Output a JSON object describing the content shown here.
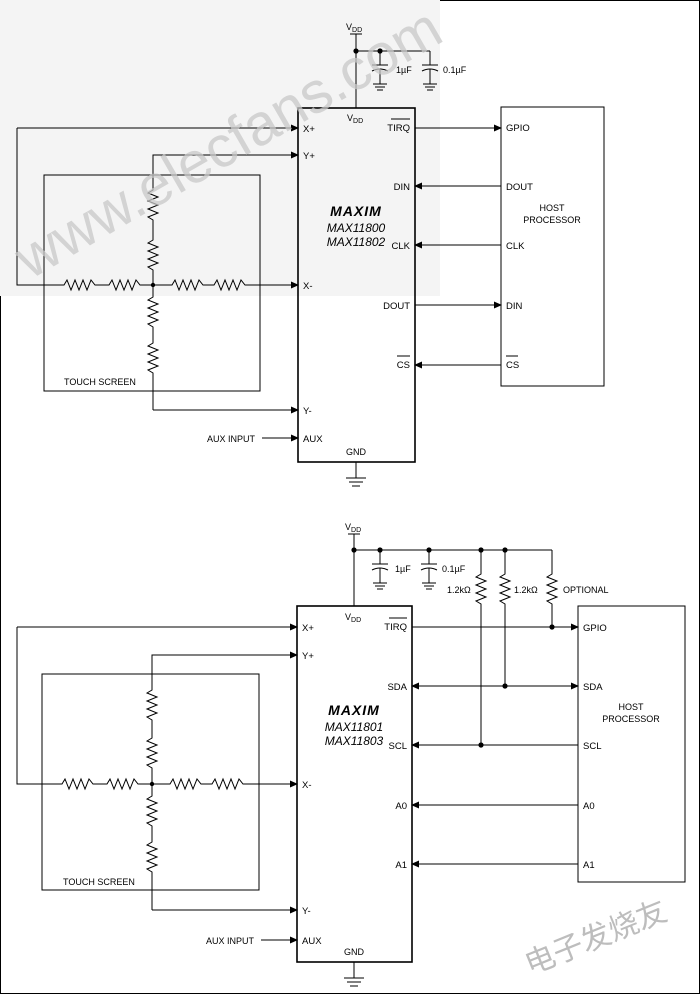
{
  "watermark": {
    "site": "www.elecfans.com",
    "cn": "电子发烧友"
  },
  "top_circuit": {
    "vdd": [
      "V",
      "DD"
    ],
    "chip_vdd": [
      "V",
      "DD"
    ],
    "cap1": "1µF",
    "cap2": "0.1µF",
    "logo": "MAXIM",
    "chip_names": [
      "MAX11800",
      "MAX11802"
    ],
    "left_pins": [
      "X+",
      "Y+",
      "X-",
      "Y-",
      "AUX"
    ],
    "right_pins": [
      "TIRQ",
      "DIN",
      "CLK",
      "DOUT",
      "CS"
    ],
    "gnd": "GND",
    "touch_label": "TOUCH SCREEN",
    "aux_input": "AUX INPUT",
    "host_title": [
      "HOST",
      "PROCESSOR"
    ],
    "host_pins": [
      "GPIO",
      "DOUT",
      "CLK",
      "DIN",
      "CS"
    ]
  },
  "bottom_circuit": {
    "vdd": [
      "V",
      "DD"
    ],
    "chip_vdd": [
      "V",
      "DD"
    ],
    "cap1": "1µF",
    "cap2": "0.1µF",
    "r1": "1.2kΩ",
    "r2": "1.2kΩ",
    "optional": "OPTIONAL",
    "logo": "MAXIM",
    "chip_names": [
      "MAX11801",
      "MAX11803"
    ],
    "left_pins": [
      "X+",
      "Y+",
      "X-",
      "Y-",
      "AUX"
    ],
    "right_pins": [
      "TIRQ",
      "SDA",
      "SCL",
      "A0",
      "A1"
    ],
    "gnd": "GND",
    "touch_label": "TOUCH SCREEN",
    "aux_input": "AUX INPUT",
    "host_title": [
      "HOST",
      "PROCESSOR"
    ],
    "host_pins": [
      "GPIO",
      "SDA",
      "SCL",
      "A0",
      "A1"
    ]
  }
}
